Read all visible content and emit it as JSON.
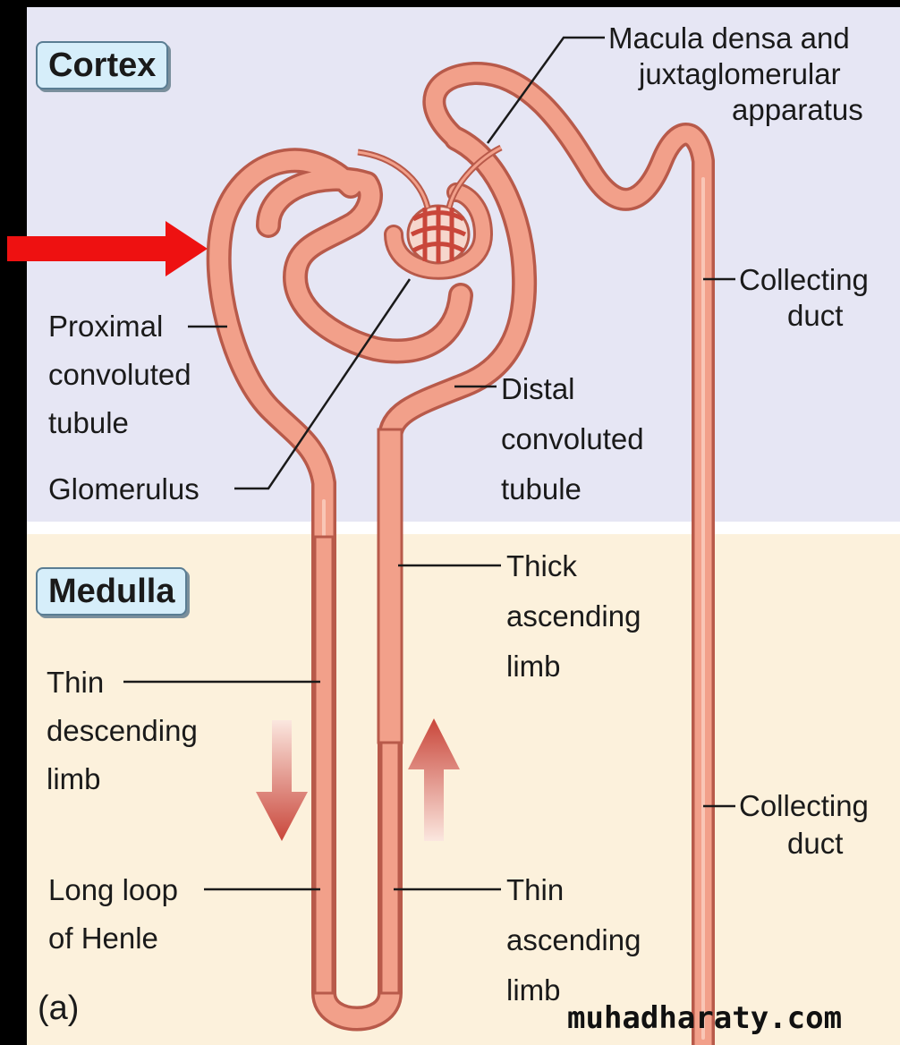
{
  "regions": {
    "cortex": "Cortex",
    "medulla": "Medulla"
  },
  "labels": {
    "macula_1": "Macula densa and",
    "macula_2": "juxtaglomerular",
    "macula_3": "apparatus",
    "collecting_top_1": "Collecting",
    "collecting_top_2": "duct",
    "proximal_1": "Proximal",
    "proximal_2": "convoluted",
    "proximal_3": "tubule",
    "glomerulus": "Glomerulus",
    "distal_1": "Distal",
    "distal_2": "convoluted",
    "distal_3": "tubule",
    "thick_1": "Thick",
    "thick_2": "ascending",
    "thick_3": "limb",
    "thin_desc_1": "Thin",
    "thin_desc_2": "descending",
    "thin_desc_3": "limb",
    "collecting_bot_1": "Collecting",
    "collecting_bot_2": "duct",
    "long_loop_1": "Long loop",
    "long_loop_2": "of Henle",
    "thin_asc_1": "Thin",
    "thin_asc_2": "ascending",
    "thin_asc_3": "limb",
    "panel": "(a)"
  },
  "watermark": "muhadharaty.com",
  "colors": {
    "cortex_bg": "#e6e6f4",
    "medulla_bg": "#fcf1dc",
    "tubule_fill": "#f2a08a",
    "tubule_edge": "#b85a4a",
    "pointer_arrow": "#ee1111"
  }
}
